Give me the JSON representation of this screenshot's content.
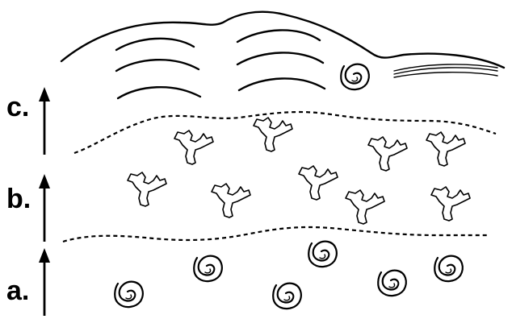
{
  "stages": [
    {
      "key": "a",
      "label": "a."
    },
    {
      "key": "b",
      "label": "b."
    },
    {
      "key": "c",
      "label": "c."
    }
  ],
  "colors": {
    "ink": "#000000",
    "paper": "#ffffff"
  },
  "icons": {
    "arrow": "up-arrow-icon",
    "round_cell": "spiral-cell-icon",
    "amoeboid_cell": "amoeboid-cell-icon",
    "mature_cell": "curved-lines-icon"
  }
}
